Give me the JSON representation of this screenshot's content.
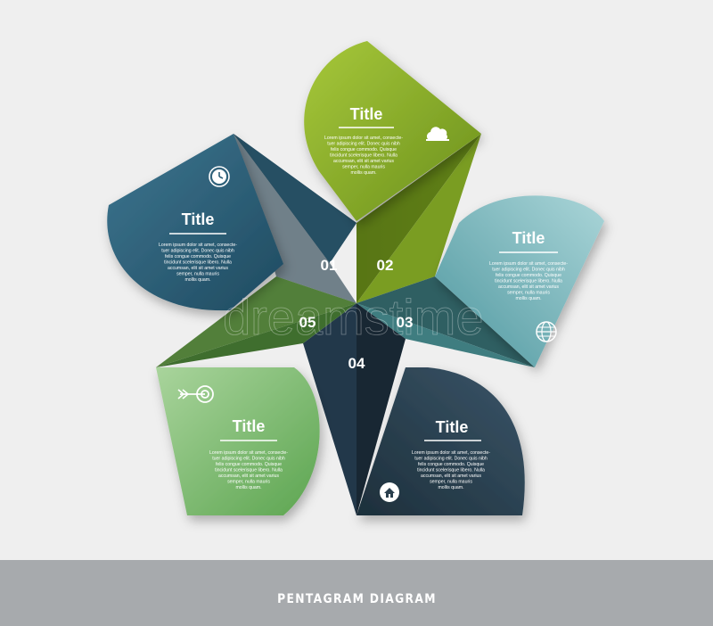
{
  "footer": {
    "label": "PENTAGRAM DIAGRAM"
  },
  "watermark": "dreamstime",
  "colors": {
    "segment_1": "#2e5f78",
    "segment_2": "#87ad2a",
    "segment_3": "#5ea6ad",
    "segment_4": "#2a3f4d",
    "segment_5": "#6fad5e",
    "background": "#efefef",
    "footer": "#a7aaad"
  },
  "segments": [
    {
      "number": "01",
      "title": "Title",
      "icon": "clock-icon",
      "text": [
        "Lorem ipsum dolor sit amet, consecte-",
        "tuer adipiscing elit. Donec quis nibh",
        "felis congue commodo. Quisque",
        "tincidunt scelerisque libero. Nulla",
        "accumsan, elit sit amet varius",
        "semper, nulla mauris",
        "mollis quam."
      ]
    },
    {
      "number": "02",
      "title": "Title",
      "icon": "cloud-icon",
      "text": [
        "Lorem ipsum dolor sit amet, consecte-",
        "tuer adipiscing elit. Donec quis nibh",
        "felis congue commodo. Quisque",
        "tincidunt scelerisque libero. Nulla",
        "accumsan, elit sit amet varius",
        "semper, nulla mauris",
        "mollis quam."
      ]
    },
    {
      "number": "03",
      "title": "Title",
      "icon": "globe-icon",
      "text": [
        "Lorem ipsum dolor sit amet, consecte-",
        "tuer adipiscing elit. Donec quis nibh",
        "felis congue commodo. Quisque",
        "tincidunt scelerisque libero. Nulla",
        "accumsan, elit sit amet varius",
        "semper, nulla mauris",
        "mollis quam."
      ]
    },
    {
      "number": "04",
      "title": "Title",
      "icon": "home-icon",
      "text": [
        "Lorem ipsum dolor sit amet, consecte-",
        "tuer adipiscing elit. Donec quis nibh",
        "felis congue commodo. Quisque",
        "tincidunt scelerisque libero. Nulla",
        "accumsan, elit sit amet varius",
        "semper, nulla mauris",
        "mollis quam."
      ]
    },
    {
      "number": "05",
      "title": "Title",
      "icon": "target-arrow-icon",
      "text": [
        "Lorem ipsum dolor sit amet, consecte-",
        "tuer adipiscing elit. Donec quis nibh",
        "felis congue commodo. Quisque",
        "tincidunt scelerisque libero. Nulla",
        "accumsan, elit sit amet varius",
        "semper, nulla mauris",
        "mollis quam."
      ]
    }
  ]
}
